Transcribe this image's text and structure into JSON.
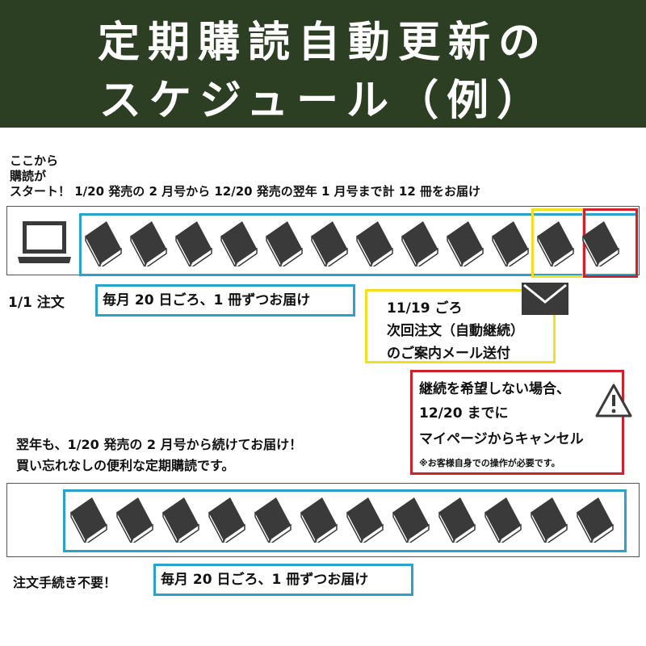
{
  "header": {
    "line1": "定期購読自動更新の",
    "line2": "スケジュール（例）"
  },
  "intro": {
    "line1": "ここから",
    "line2": "購読が",
    "line3": "スタート！ 1/20 発売の 2 月号から 12/20 発売の翌年 1 月号まで計 12 冊をお届け"
  },
  "row1": {
    "order_label": "1/1 注文",
    "delivery_label": "毎月 20 日ごろ、1 冊ずつお届け",
    "book_count": 12
  },
  "notice_email": {
    "line1": "11/19 ごろ",
    "line2": "次回注文（自動継続）",
    "line3": "のご案内メール送付"
  },
  "notice_cancel": {
    "line1": "継続を希望しない場合、",
    "line2": "12/20 までに",
    "line3": "マイページからキャンセル",
    "note": "※お客様自身での操作が必要です。"
  },
  "row2": {
    "text_line1": "翌年も、1/20 発売の 2 月号から続けてお届け！",
    "text_line2": "買い忘れなしの便利な定期購読です。",
    "order_label": "注文手続き不要！",
    "delivery_label": "毎月 20 日ごろ、1 冊ずつお届け",
    "book_count": 12
  },
  "colors": {
    "header_bg": "#2c3f23",
    "blue": "#29a3cc",
    "yellow": "#f0e020",
    "red": "#d0202a",
    "book": "#3a3a3a"
  },
  "icons": {
    "laptop": "laptop-icon",
    "mail": "mail-icon",
    "warning": "warning-icon",
    "book": "book-icon"
  }
}
